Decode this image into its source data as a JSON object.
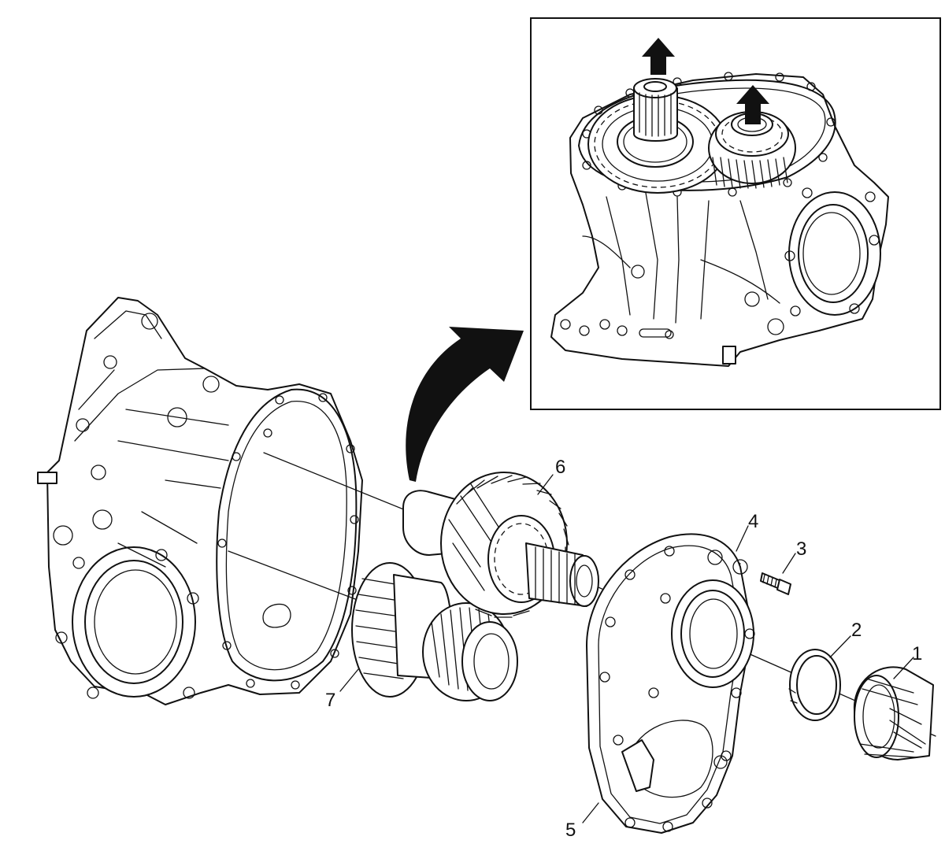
{
  "callouts": {
    "c1": "1",
    "c2": "2",
    "c3": "3",
    "c4": "4",
    "c5": "5",
    "c6": "6",
    "c7": "7"
  },
  "colors": {
    "line": "#111111",
    "background": "#ffffff"
  },
  "icons": {
    "transfer-arrow": "curved-arrow-icon",
    "removal-arrows": "arrow-up-icon"
  }
}
